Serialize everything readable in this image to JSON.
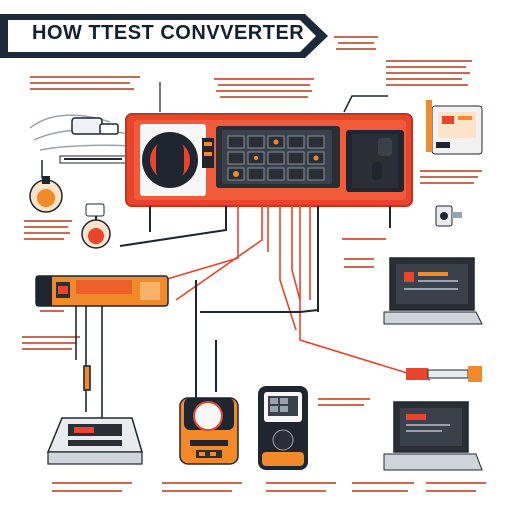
{
  "title": "HOW TTEST CONVVERTER",
  "colors": {
    "banner_dark": "#1c2a3a",
    "accent_red": "#e8452c",
    "accent_orange": "#f28a2a",
    "wire_dark": "#1f2630",
    "device_dark": "#2a2f36"
  },
  "icons": [
    "converter-unit",
    "dial-gauge",
    "multimeter",
    "laptop",
    "power-supply",
    "thermometer-sensor",
    "test-probe"
  ]
}
